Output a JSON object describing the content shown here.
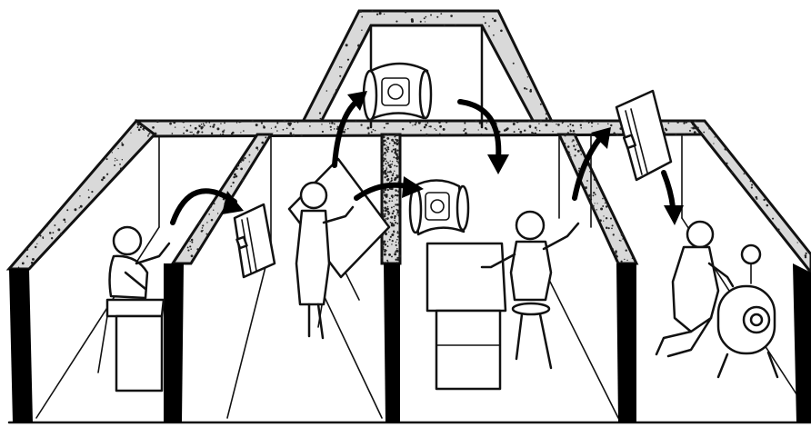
{
  "scene": {
    "stations": [
      {
        "name": "drafting-desk"
      },
      {
        "name": "drawing-board"
      },
      {
        "name": "reviewing-desk"
      },
      {
        "name": "printing-machine"
      }
    ],
    "flow_items": [
      "binder",
      "blueprint-scroll",
      "blueprint-scroll",
      "binder"
    ],
    "colors": {
      "ink": "#111111",
      "paper": "#ffffff",
      "wall_texture": "#d9d9d9"
    }
  }
}
